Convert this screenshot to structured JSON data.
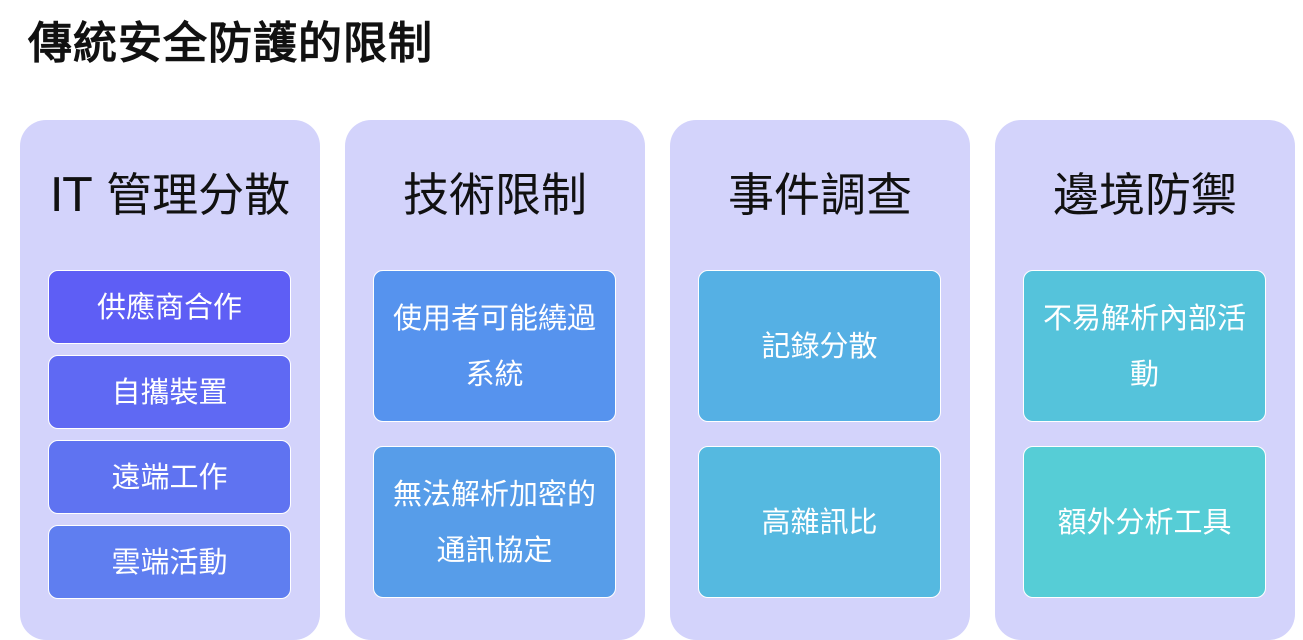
{
  "title": "傳統安全防護的限制",
  "colors": {
    "column_background": "#d3d3fb",
    "item_gradient_start": "#5e5ef5",
    "item_gradient_end": "#56cdd6",
    "title_text": "#111111",
    "item_text": "#ffffff"
  },
  "columns": [
    {
      "heading": "IT 管理分散",
      "items": [
        "供應商合作",
        "自攜裝置",
        "遠端工作",
        "雲端活動"
      ]
    },
    {
      "heading": "技術限制",
      "items": [
        "使用者可能繞過系統",
        "無法解析加密的通訊協定"
      ]
    },
    {
      "heading": "事件調查",
      "items": [
        "記錄分散",
        "高雜訊比"
      ]
    },
    {
      "heading": "邊境防禦",
      "items": [
        "不易解析內部活動",
        "額外分析工具"
      ]
    }
  ]
}
